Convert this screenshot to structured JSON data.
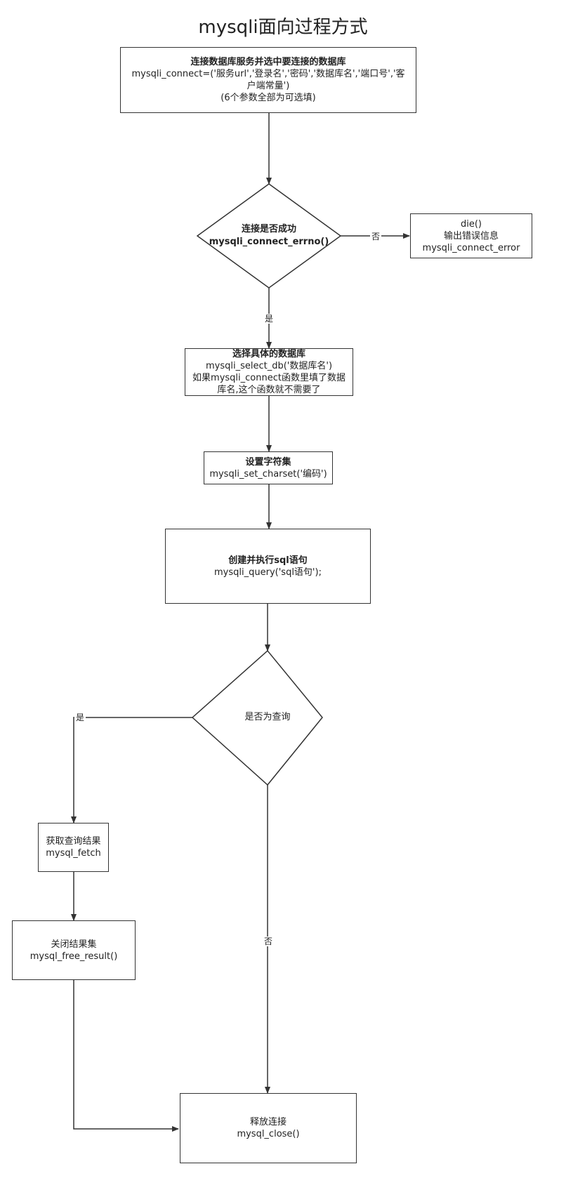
{
  "title": "mysqli面向过程方式",
  "nodes": {
    "connect": {
      "heading": "连接数据库服务并选中要连接的数据库",
      "line1": "mysqli_connect=('服务url','登录名','密码','数据库名','端口号','客",
      "line2": "户端常量')",
      "line3": "(6个参数全部为可选填)"
    },
    "check_connect": {
      "heading": "连接是否成功",
      "code": "mysqli_connect_errno()"
    },
    "die": {
      "line1": "die()",
      "line2": "输出错误信息",
      "line3": "mysqli_connect_error"
    },
    "select_db": {
      "heading": "选择具体的数据库",
      "line1": "mysqli_select_db('数据库名')",
      "line2": "如果mysqli_connect函数里填了数据",
      "line3": "库名,这个函数就不需要了"
    },
    "charset": {
      "heading": "设置字符集",
      "line1": "mysqli_set_charset('编码')"
    },
    "query": {
      "heading": "创建并执行sql语句",
      "line1": "mysqli_query('sql语句');"
    },
    "is_query": {
      "text": "是否为查询"
    },
    "fetch": {
      "line1": "获取查询结果",
      "line2": "mysql_fetch"
    },
    "free": {
      "line1": "关闭结果集",
      "line2": "mysql_free_result()"
    },
    "close": {
      "line1": "释放连接",
      "line2": "mysql_close()"
    }
  },
  "edge_labels": {
    "connect_no": "否",
    "connect_yes": "是",
    "query_yes": "是",
    "query_no": "否"
  }
}
